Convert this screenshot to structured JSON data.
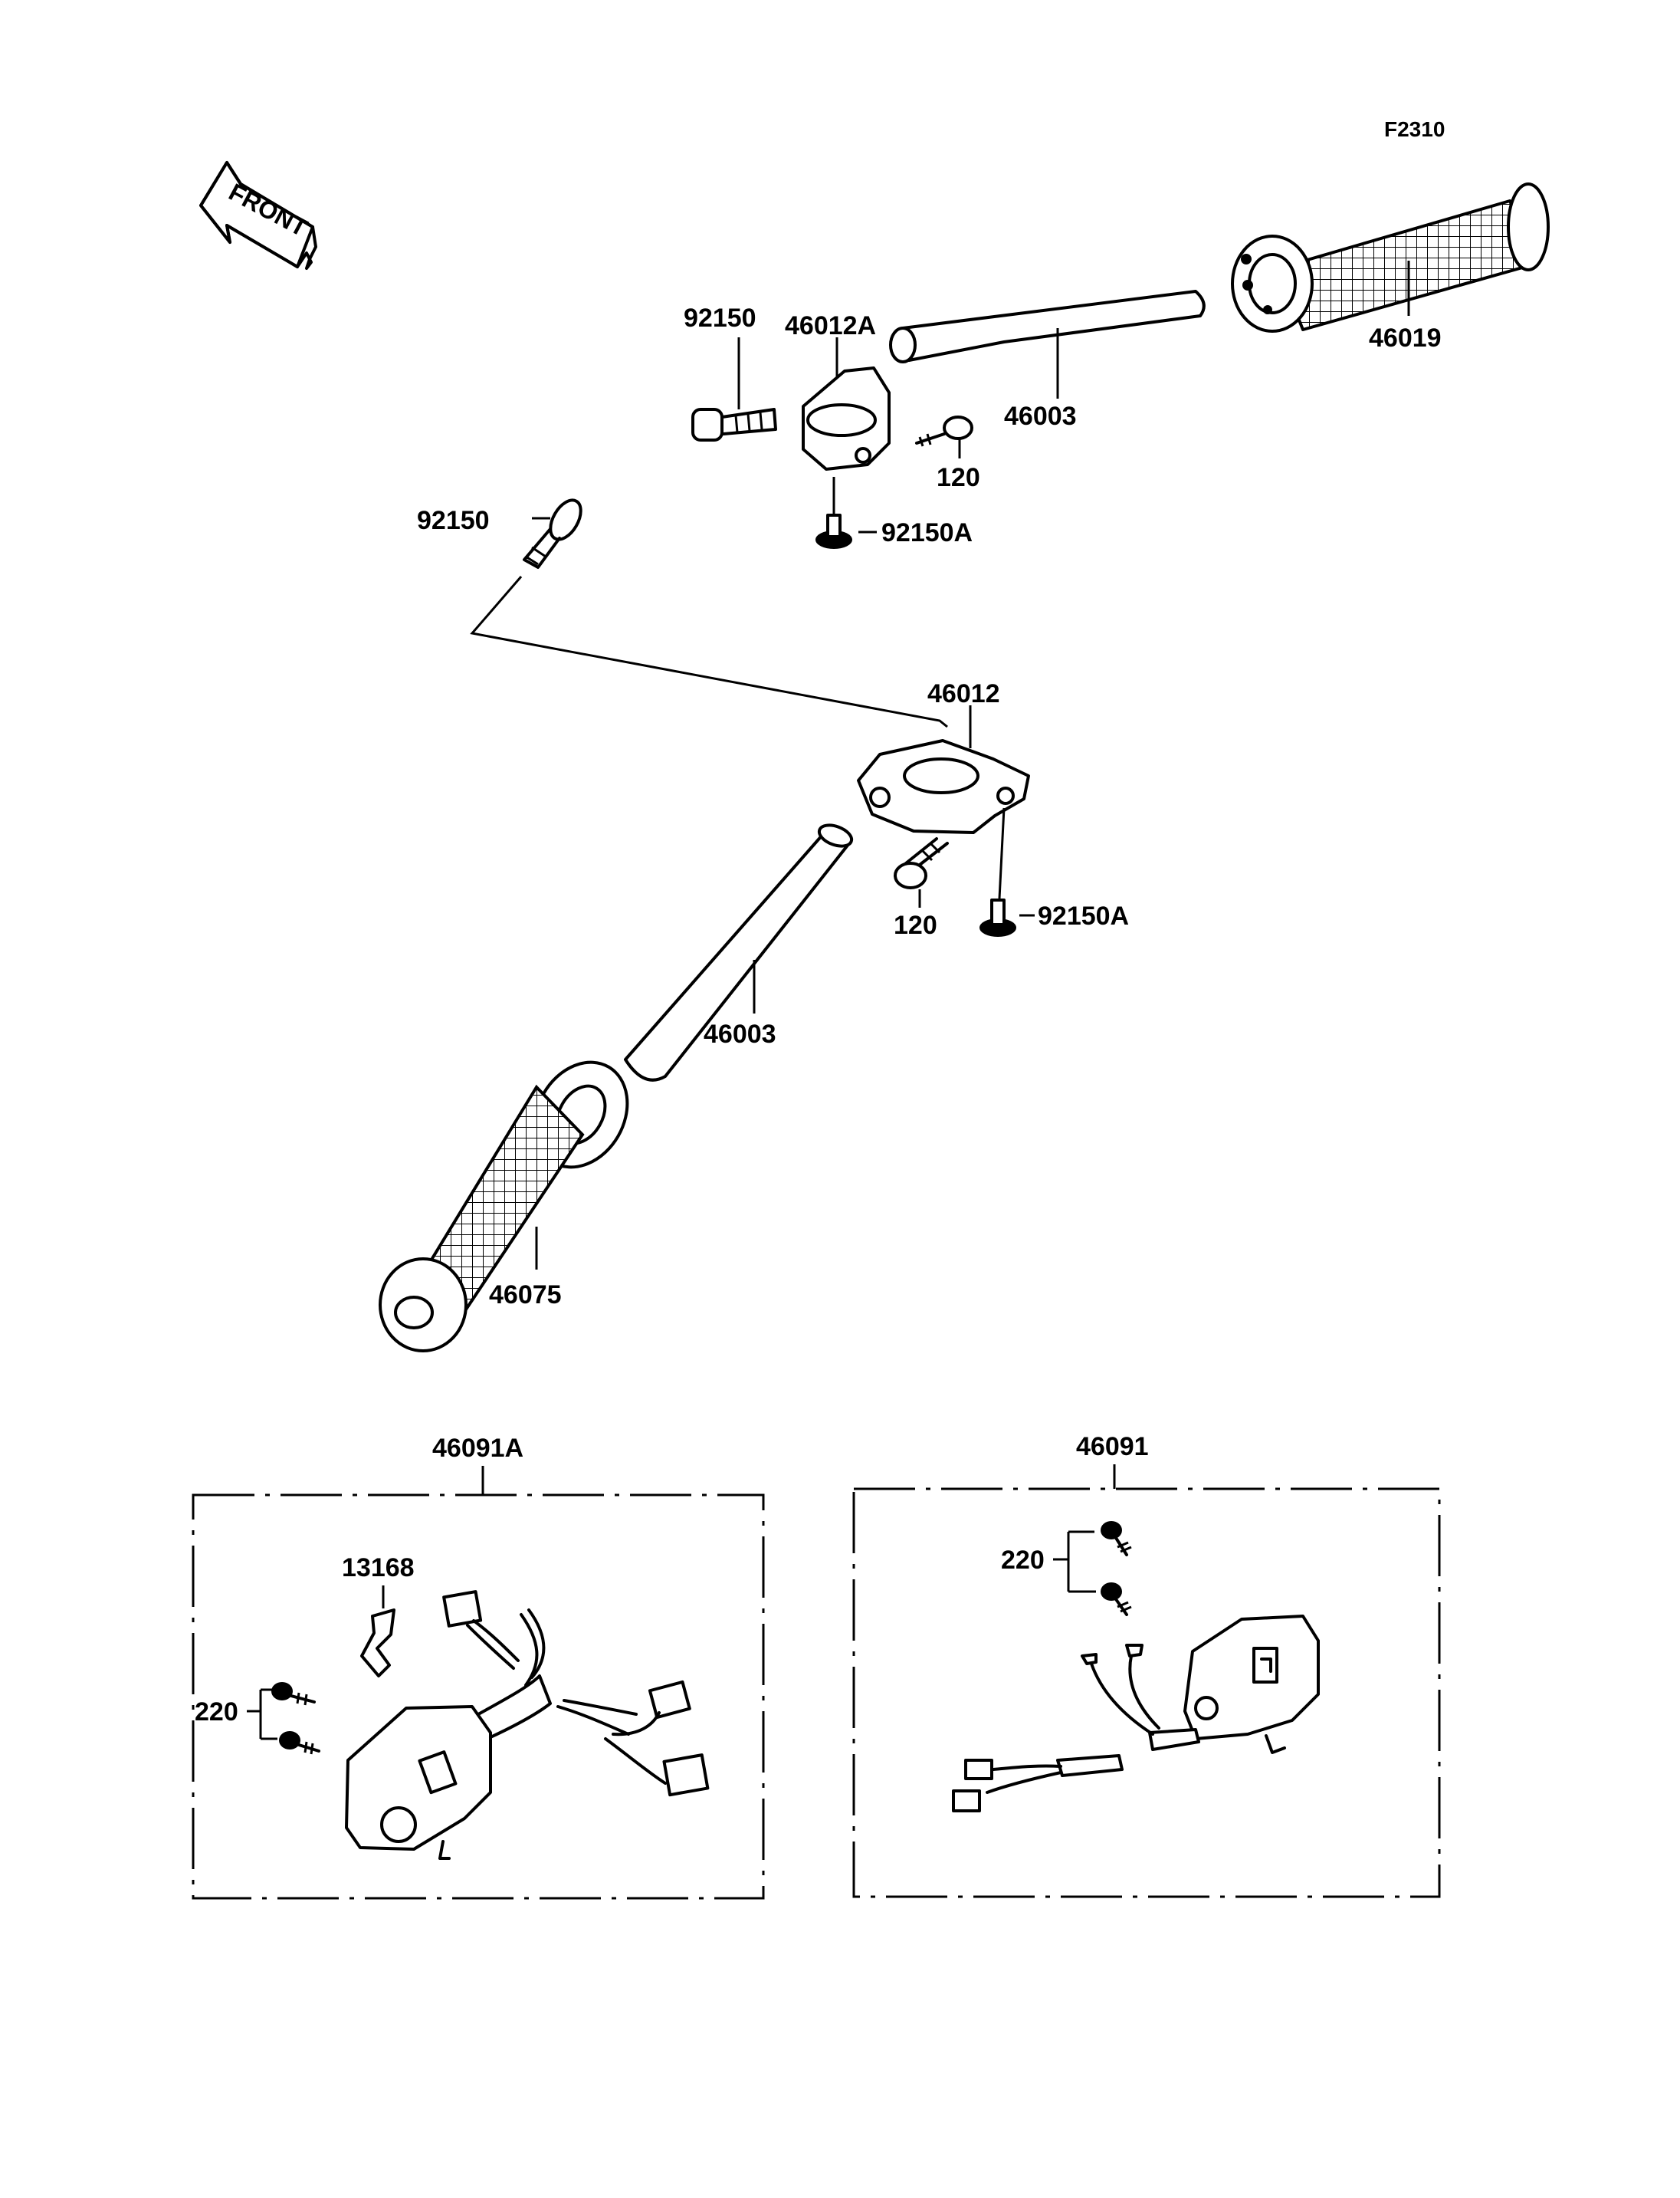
{
  "figure_code": "F2310",
  "direction_label": "FRONT",
  "parts": {
    "throttle_grip": "46019",
    "right_pipe": "46003",
    "right_clamp": "46012A",
    "right_clamp_screw": "92150",
    "right_small_screw": "120",
    "right_lower_screw": "92150A",
    "left_screw": "92150",
    "left_clamp": "46012",
    "left_small_screw": "120",
    "left_lower_screw": "92150A",
    "left_pipe": "46003",
    "left_grip": "46075"
  },
  "boxes": {
    "left_switch": {
      "title": "46091A",
      "clip": "13168",
      "screws": "220"
    },
    "right_switch": {
      "title": "46091",
      "screws": "220"
    }
  }
}
